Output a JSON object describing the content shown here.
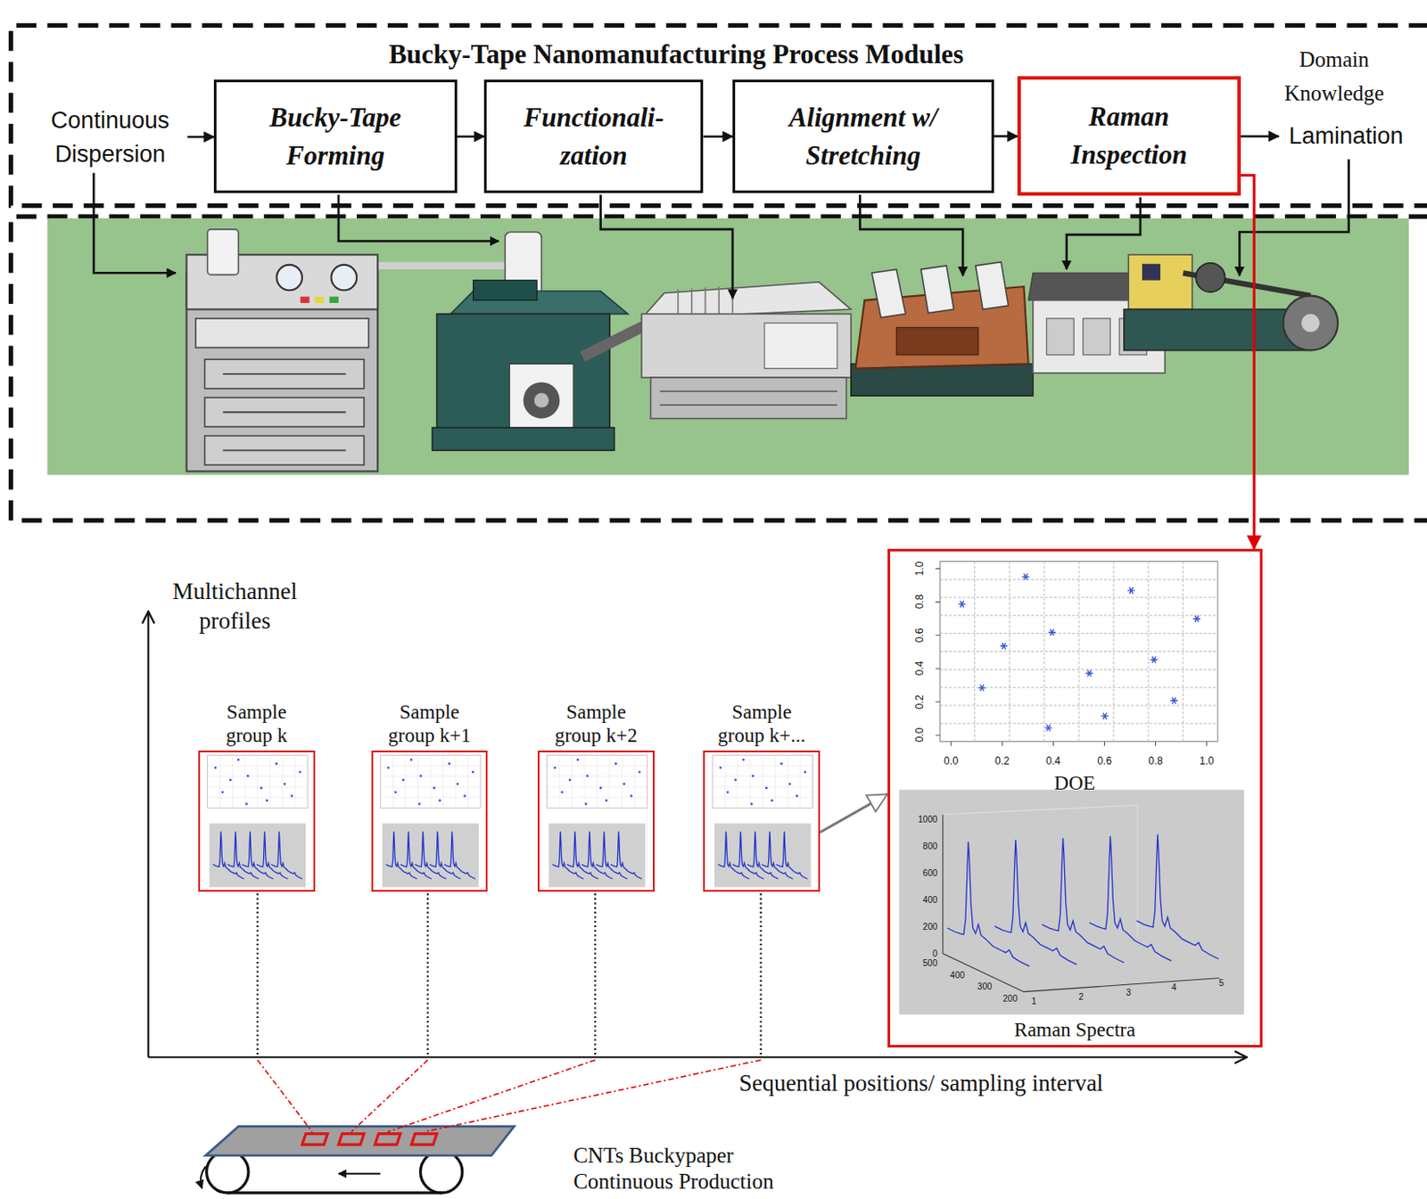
{
  "diagram": {
    "title": "Bucky-Tape Nanomanufacturing Process Modules",
    "nodes": [
      {
        "text": [
          "Continuous Dispersion"
        ]
      },
      {
        "text": [
          "Bucky-Tape Forming"
        ]
      },
      {
        "text": [
          "Functionali- zation"
        ]
      },
      {
        "text": [
          "Alignment w/ Stretching"
        ]
      },
      {
        "text": [
          "Raman Inspection"
        ]
      },
      {
        "text": [
          "Lamination"
        ]
      },
      {
        "text": [
          "Sample group k"
        ]
      },
      {
        "text": [
          "Sample group k+1"
        ]
      },
      {
        "text": [
          "Sample group k+2"
        ]
      },
      {
        "text": [
          "Sample group k+..."
        ]
      },
      {
        "text": [
          "DOE",
          "Raman Spectra"
        ]
      }
    ],
    "edges": [
      {
        "from": 0,
        "to": 1,
        "arrow": "to"
      },
      {
        "from": 1,
        "to": 2,
        "arrow": "to"
      },
      {
        "from": 2,
        "to": 3,
        "arrow": "to"
      },
      {
        "from": 3,
        "to": 4,
        "arrow": "to"
      },
      {
        "from": 4,
        "to": 5,
        "arrow": "to"
      },
      {
        "from": 4,
        "to": 10,
        "arrow": "to"
      },
      {
        "from": 9,
        "to": 10,
        "arrow": "to"
      }
    ],
    "labels": [
      "Domain Knowledge",
      "Multichannel profiles",
      "0.0",
      "0.2",
      "0.4",
      "0.6",
      "0.8",
      "1.0",
      "0.0",
      "0.2",
      "0.4",
      "0.6",
      "0.8",
      "1.0",
      "0",
      "200",
      "400",
      "600",
      "800",
      "1000",
      "500",
      "400",
      "300",
      "200",
      "1",
      "2",
      "3",
      "4",
      "5",
      "Sequential positions/ sampling interval",
      "CNTs Buckypaper Continuous Production"
    ]
  }
}
